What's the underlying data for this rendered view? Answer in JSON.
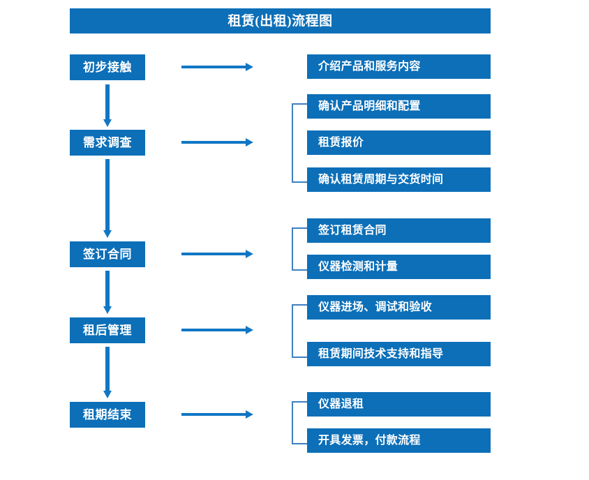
{
  "chart": {
    "title": "租赁(出租)流程图",
    "colors": {
      "box_fill": "#0c6fb8",
      "box_text": "#ffffff",
      "arrow": "#1176c4",
      "bracket": "#3f7fc1",
      "background": "#ffffff"
    }
  },
  "stages": [
    {
      "label": "初步接触"
    },
    {
      "label": "需求调查"
    },
    {
      "label": "签订合同"
    },
    {
      "label": "租后管理"
    },
    {
      "label": "租期结束"
    }
  ],
  "details": [
    {
      "label": "介绍产品和服务内容"
    },
    {
      "label": "确认产品明细和配置"
    },
    {
      "label": "租赁报价"
    },
    {
      "label": "确认租赁周期与交货时间"
    },
    {
      "label": "签订租赁合同"
    },
    {
      "label": "仪器检测和计量"
    },
    {
      "label": "仪器进场、调试和验收"
    },
    {
      "label": "租赁期间技术支持和指导"
    },
    {
      "label": "仪器退租"
    },
    {
      "label": "开具发票，付款流程"
    }
  ]
}
